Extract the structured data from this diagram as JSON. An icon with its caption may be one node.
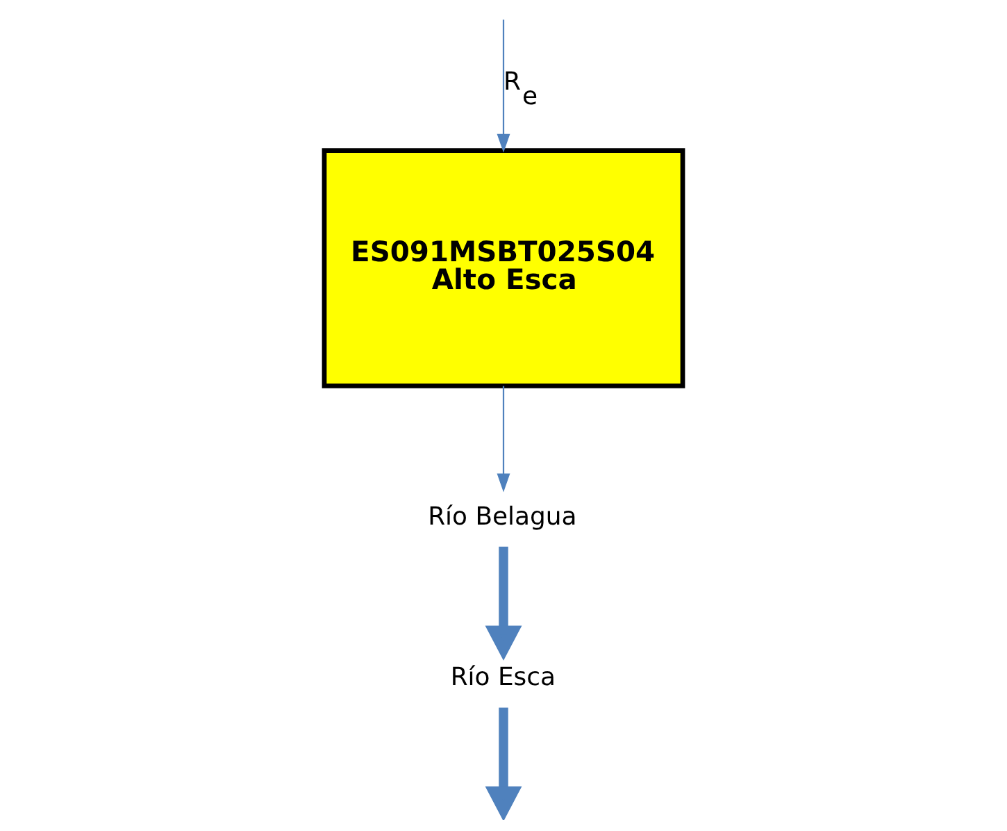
{
  "diagram": {
    "nodes": [
      {
        "text": [
          "ES091MSBT025S04",
          "Alto Esca"
        ]
      },
      {
        "text": [
          "Río Belagua"
        ]
      },
      {
        "text": [
          "Río Esca"
        ]
      }
    ],
    "edges": [
      {
        "from": null,
        "to": 0,
        "arrow": "to",
        "label": "R$_{e}$"
      },
      {
        "from": 0,
        "to": 1,
        "arrow": "to"
      },
      {
        "from": 1,
        "to": 2,
        "arrow": "to",
        "style": "thick"
      },
      {
        "from": 2,
        "to": null,
        "arrow": "to",
        "style": "thick"
      }
    ]
  }
}
